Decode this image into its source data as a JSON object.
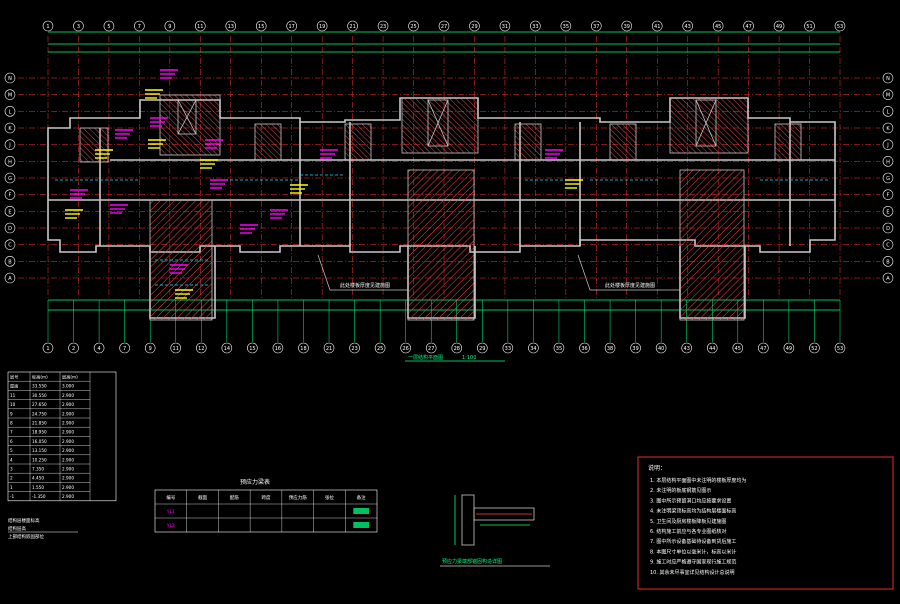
{
  "drawing": {
    "colors": {
      "background": "#000000",
      "grid_axis": "#ff3030",
      "dimension": "#00ff7f",
      "wall": "#c8c8c8",
      "column_hatch": "#ff4040",
      "annotation_magenta": "#ff00ff",
      "annotation_yellow": "#ffff00",
      "cyan": "#00e5ff",
      "table_line": "#ff3030",
      "white": "#ffffff"
    },
    "axis_numbers_top": [
      "1",
      "3",
      "5",
      "7",
      "9",
      "11",
      "13",
      "15",
      "17",
      "19",
      "21",
      "23",
      "25",
      "27",
      "29",
      "31",
      "33",
      "35",
      "37",
      "39",
      "41",
      "43",
      "45",
      "47",
      "49",
      "51",
      "53"
    ],
    "axis_numbers_bottom": [
      "1",
      "2",
      "4",
      "7",
      "9",
      "11",
      "12",
      "14",
      "15",
      "16",
      "18",
      "21",
      "23",
      "25",
      "26",
      "27",
      "28",
      "29",
      "33",
      "34",
      "35",
      "36",
      "38",
      "39",
      "40",
      "43",
      "44",
      "45",
      "47",
      "49",
      "52",
      "53"
    ],
    "axis_letters_left": [
      "N",
      "M",
      "L",
      "K",
      "J",
      "H",
      "G",
      "F",
      "E",
      "D",
      "C",
      "B",
      "A"
    ],
    "plan_title": "一层结构平面图",
    "plan_scale": "1:100",
    "slab_note_left": "此处楼板厚度见建施图",
    "slab_note_right": "此处楼板厚度见建施图"
  },
  "elevation_table": {
    "headers": [
      "层号",
      "标高(m)",
      "层高(m)"
    ],
    "rows": [
      [
        "屋面",
        "33.550",
        "3.000"
      ],
      [
        "11",
        "30.550",
        "2.900"
      ],
      [
        "10",
        "27.650",
        "2.900"
      ],
      [
        "9",
        "24.750",
        "2.900"
      ],
      [
        "8",
        "21.850",
        "2.900"
      ],
      [
        "7",
        "18.950",
        "2.900"
      ],
      [
        "6",
        "16.050",
        "2.900"
      ],
      [
        "5",
        "13.150",
        "2.900"
      ],
      [
        "4",
        "10.250",
        "2.900"
      ],
      [
        "3",
        "7.350",
        "2.900"
      ],
      [
        "2",
        "4.450",
        "2.900"
      ],
      [
        "1",
        "1.550",
        "2.900"
      ],
      [
        "-1",
        "-1.350",
        "2.900"
      ]
    ],
    "side_notes": [
      "",
      ""
    ],
    "caption_lines": [
      "结构层楼面标高",
      "结构层高",
      "上部结构嵌固部位"
    ]
  },
  "beam_table": {
    "title": "预应力梁表",
    "headers": [
      "编号",
      "截面",
      "配筋",
      "跨度",
      "预应力筋",
      "张拉",
      "备注"
    ],
    "rows": [
      [
        "YL1",
        "",
        "",
        "",
        "",
        "",
        ""
      ],
      [
        "YL2",
        "",
        "",
        "",
        "",
        "",
        ""
      ]
    ]
  },
  "detail": {
    "caption": "预应力梁端部锚固构造详图"
  },
  "notes": {
    "title": "说明：",
    "lines": [
      "1. 本层结构平面图中未注明的楼板厚度均为",
      "2. 未注明的板底钢筋见图示",
      "3. 图中所示预留洞口均应按要求设置",
      "4. 未注明梁顶标高均为结构层楼面标高",
      "5. 卫生间及厨房楼板降板见建施图",
      "6. 结构施工前应与各专业图纸核对",
      "7. 图中所示设备基础待设备到货后施工",
      "8. 本图尺寸单位以毫米计，标高以米计",
      "9. 施工时应严格遵守国家现行施工规范",
      "10. 其余未尽事宜详见结构设计总说明"
    ]
  }
}
